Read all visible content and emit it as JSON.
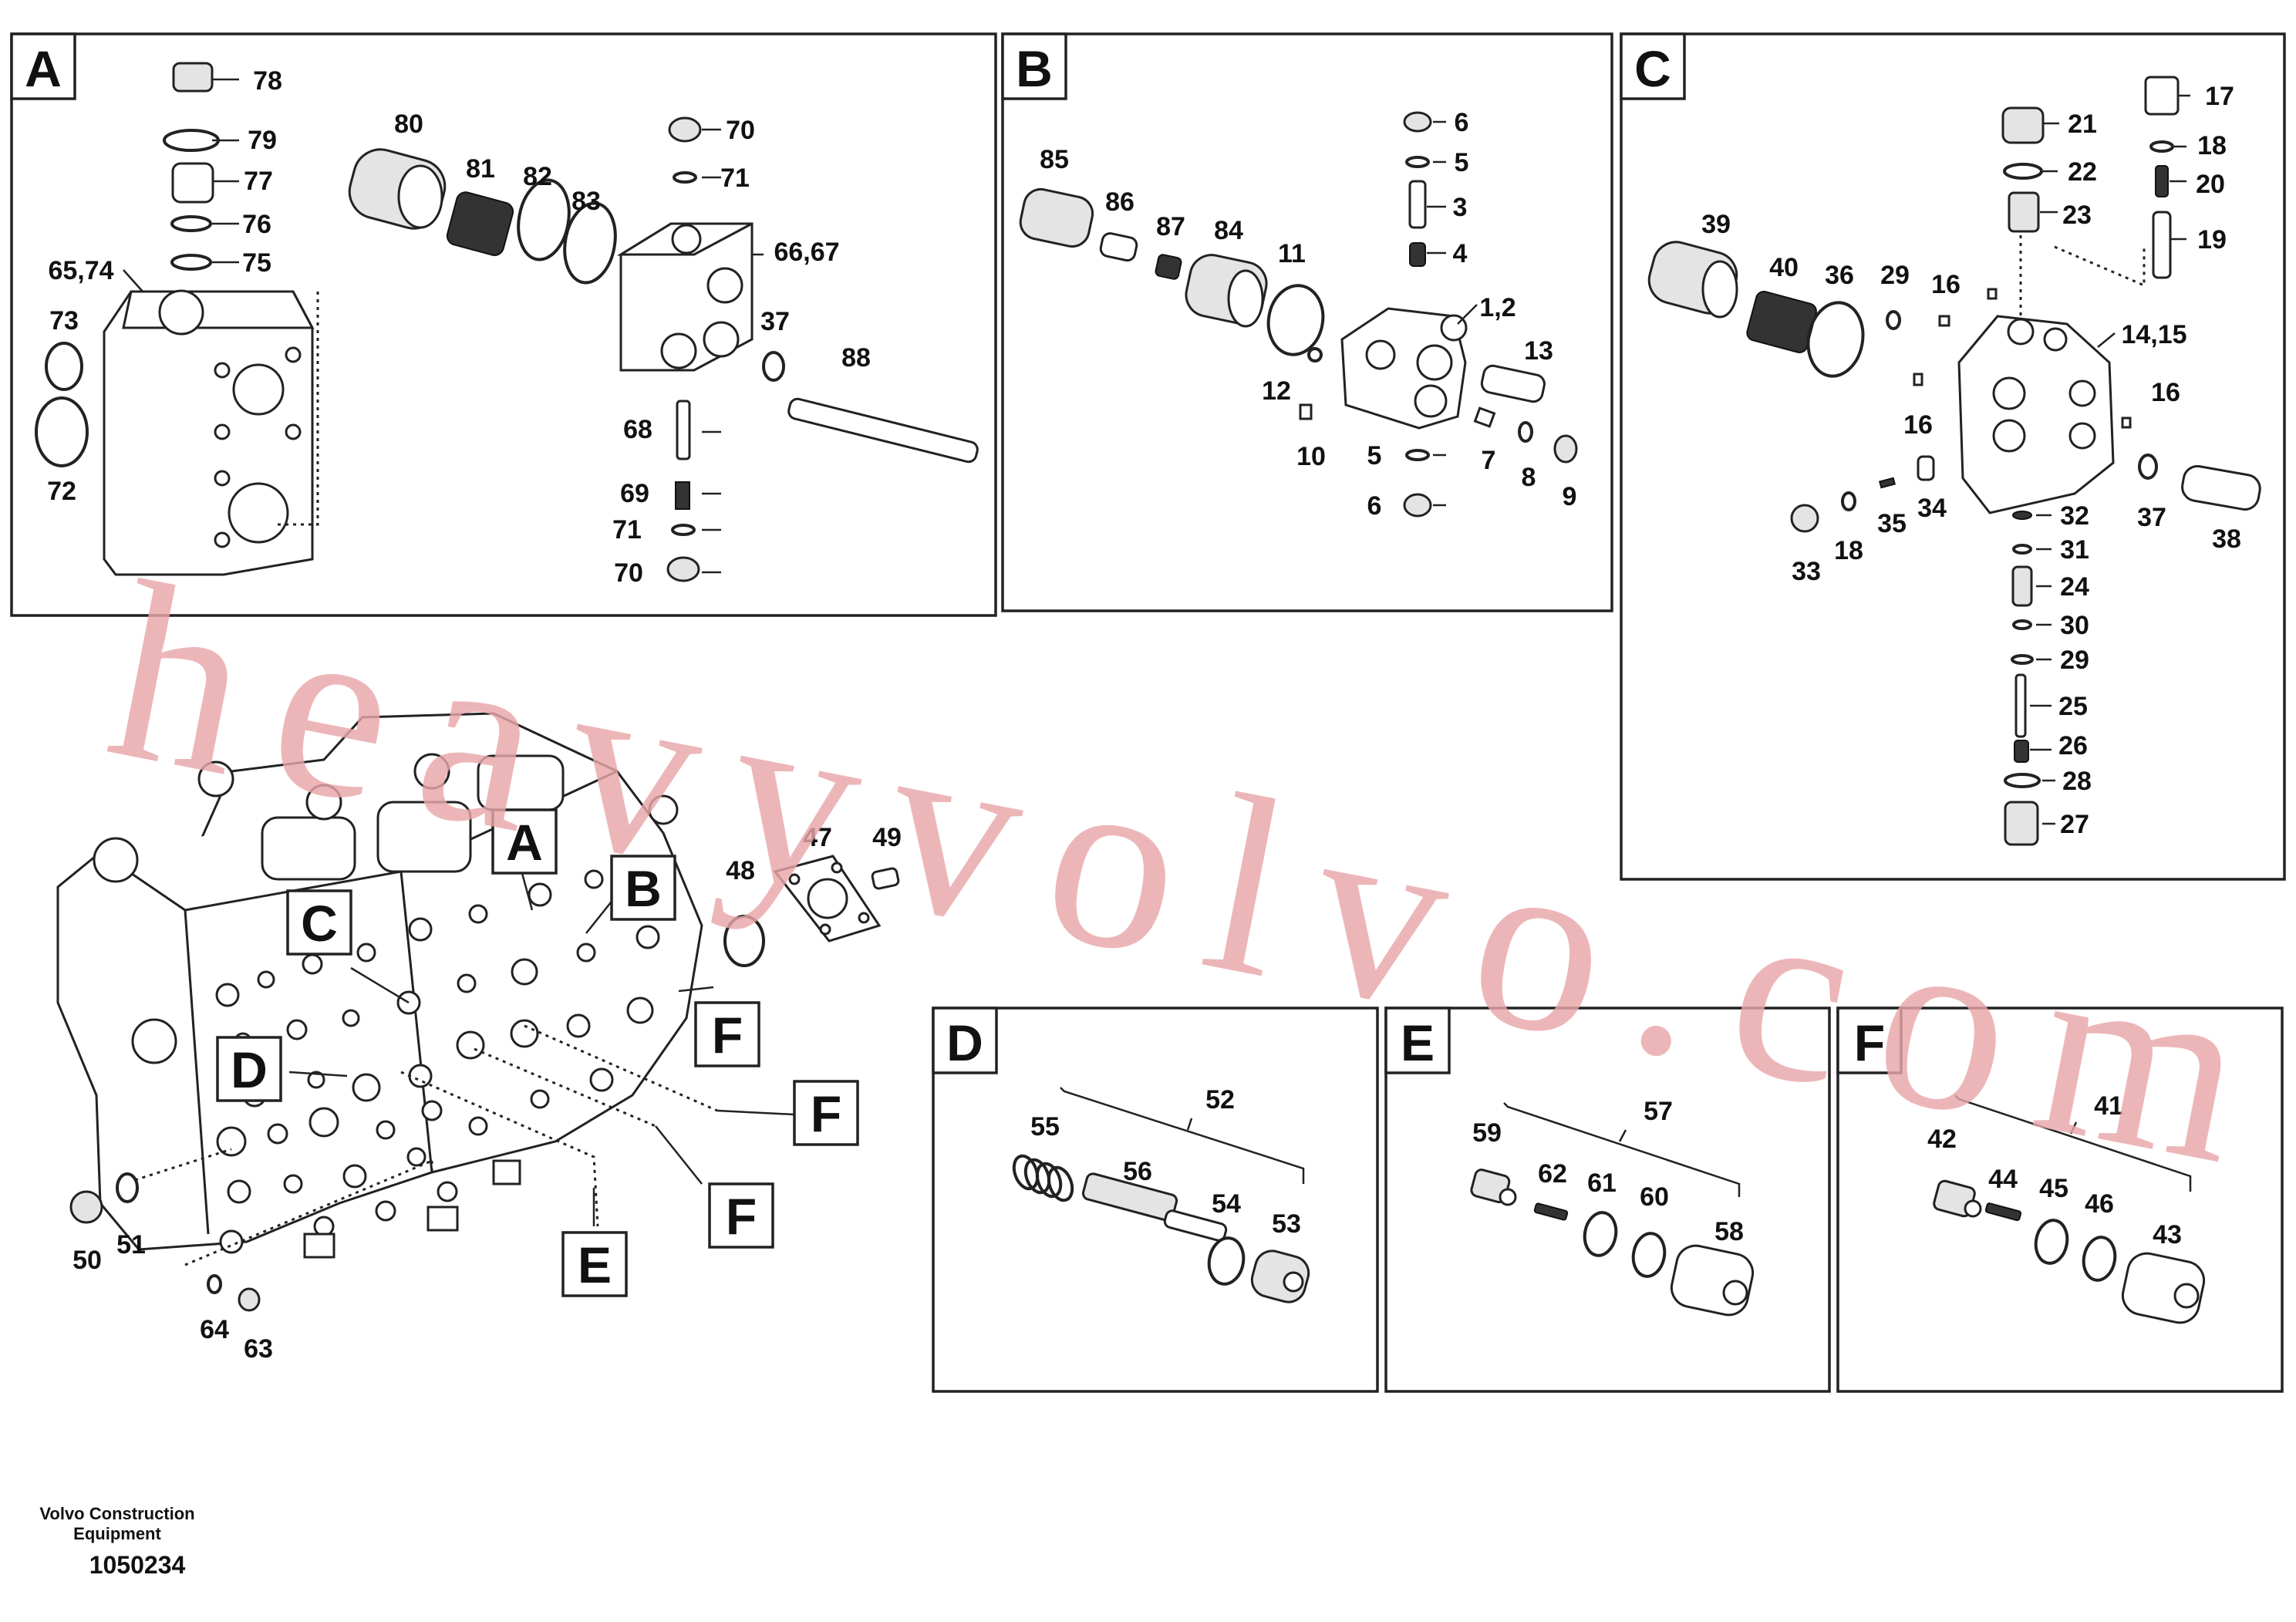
{
  "title": "",
  "panels": {
    "A": {
      "tag": "A",
      "callouts": [
        "78",
        "79",
        "77",
        "76",
        "75",
        "65,74",
        "73",
        "72",
        "80",
        "81",
        "82",
        "83",
        "70",
        "71",
        "66,67",
        "37",
        "88",
        "68",
        "69",
        "71",
        "70"
      ]
    },
    "B": {
      "tag": "B",
      "callouts": [
        "85",
        "86",
        "87",
        "84",
        "11",
        "6",
        "5",
        "3",
        "4",
        "1,2",
        "13",
        "12",
        "10",
        "5",
        "7",
        "8",
        "9",
        "6"
      ]
    },
    "C": {
      "tag": "C",
      "callouts": [
        "17",
        "18",
        "20",
        "19",
        "21",
        "22",
        "23",
        "39",
        "40",
        "36",
        "29",
        "16",
        "14,15",
        "16",
        "16",
        "33",
        "18",
        "35",
        "34",
        "37",
        "38",
        "32",
        "31",
        "24",
        "30",
        "29",
        "25",
        "26",
        "28",
        "27"
      ]
    },
    "D": {
      "tag": "D",
      "callouts": [
        "52",
        "55",
        "56",
        "54",
        "53"
      ]
    },
    "E": {
      "tag": "E",
      "callouts": [
        "57",
        "59",
        "62",
        "61",
        "60",
        "58"
      ]
    },
    "F": {
      "tag": "F",
      "callouts": [
        "41",
        "42",
        "44",
        "45",
        "46",
        "43"
      ]
    }
  },
  "main_view": {
    "tags": [
      "A",
      "B",
      "C",
      "D",
      "E",
      "F",
      "F",
      "F"
    ],
    "callouts": [
      "47",
      "49",
      "48",
      "50",
      "51",
      "64",
      "63"
    ]
  },
  "footer": {
    "publisher_line1": "Volvo Construction",
    "publisher_line2": "Equipment",
    "drawing_number": "1050234"
  },
  "watermark": "heavyvolvo.com"
}
